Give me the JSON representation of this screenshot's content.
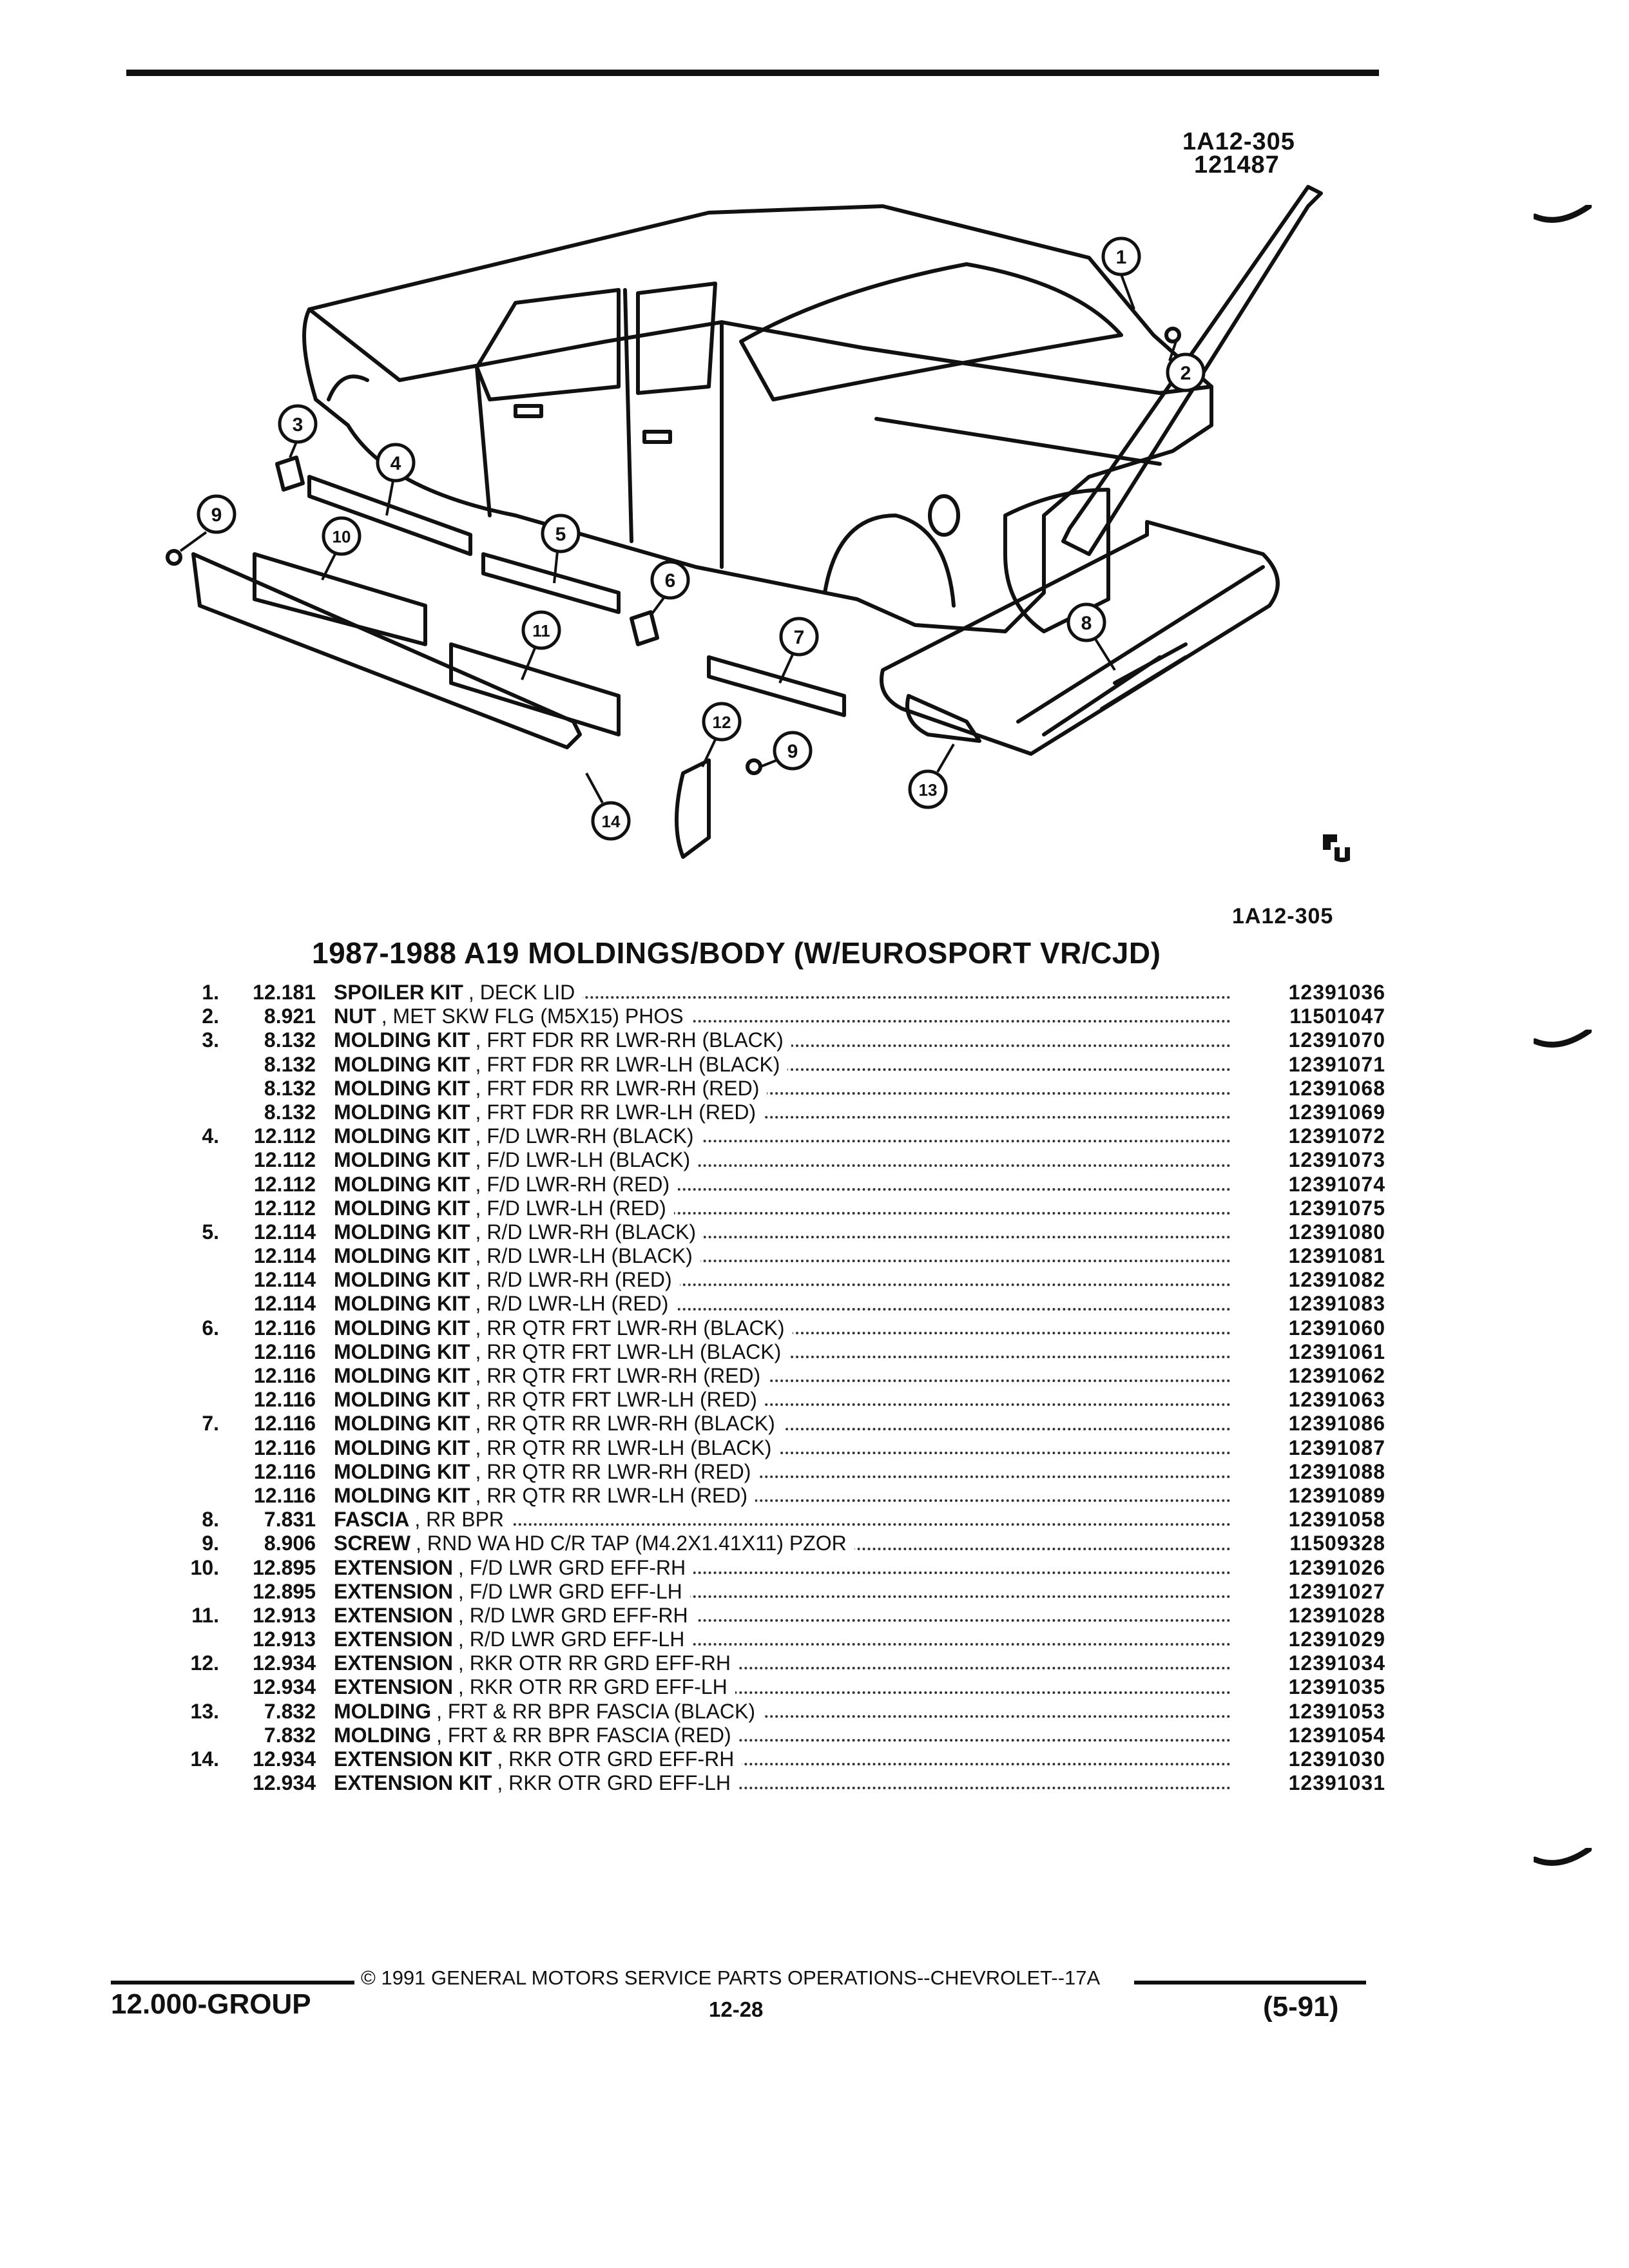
{
  "header": {
    "ref_code_top": "1A12-305",
    "ref_date": "121487",
    "ref_code_bottom": "1A12-305"
  },
  "figure": {
    "callouts": [
      "1",
      "2",
      "3",
      "4",
      "5",
      "6",
      "7",
      "8",
      "9",
      "10",
      "11",
      "12",
      "9",
      "13",
      "14"
    ]
  },
  "title": "1987-1988 A19 MOLDINGS/BODY (W/EUROSPORT VR/CJD)",
  "parts": [
    {
      "num": "1.",
      "group": "12.181",
      "name": "SPOILER KIT",
      "spec": ", DECK LID",
      "part_no": "12391036"
    },
    {
      "num": "2.",
      "group": "8.921",
      "name": "NUT",
      "spec": ", MET SKW FLG (M5X15) PHOS",
      "part_no": "11501047"
    },
    {
      "num": "3.",
      "group": "8.132",
      "name": "MOLDING KIT",
      "spec": ", FRT FDR RR LWR-RH (BLACK)",
      "part_no": "12391070"
    },
    {
      "num": "",
      "group": "8.132",
      "name": "MOLDING KIT",
      "spec": ", FRT FDR RR LWR-LH (BLACK)",
      "part_no": "12391071"
    },
    {
      "num": "",
      "group": "8.132",
      "name": "MOLDING KIT",
      "spec": ", FRT FDR RR LWR-RH (RED)",
      "part_no": "12391068"
    },
    {
      "num": "",
      "group": "8.132",
      "name": "MOLDING KIT",
      "spec": ", FRT FDR RR LWR-LH (RED)",
      "part_no": "12391069"
    },
    {
      "num": "4.",
      "group": "12.112",
      "name": "MOLDING KIT",
      "spec": ", F/D LWR-RH (BLACK)",
      "part_no": "12391072"
    },
    {
      "num": "",
      "group": "12.112",
      "name": "MOLDING KIT",
      "spec": ", F/D LWR-LH (BLACK)",
      "part_no": "12391073"
    },
    {
      "num": "",
      "group": "12.112",
      "name": "MOLDING KIT",
      "spec": ", F/D LWR-RH (RED)",
      "part_no": "12391074"
    },
    {
      "num": "",
      "group": "12.112",
      "name": "MOLDING KIT",
      "spec": ", F/D LWR-LH (RED)",
      "part_no": "12391075"
    },
    {
      "num": "5.",
      "group": "12.114",
      "name": "MOLDING KIT",
      "spec": ", R/D LWR-RH (BLACK)",
      "part_no": "12391080"
    },
    {
      "num": "",
      "group": "12.114",
      "name": "MOLDING KIT",
      "spec": ", R/D LWR-LH (BLACK)",
      "part_no": "12391081"
    },
    {
      "num": "",
      "group": "12.114",
      "name": "MOLDING KIT",
      "spec": ", R/D LWR-RH (RED)",
      "part_no": "12391082"
    },
    {
      "num": "",
      "group": "12.114",
      "name": "MOLDING KIT",
      "spec": ", R/D LWR-LH (RED)",
      "part_no": "12391083"
    },
    {
      "num": "6.",
      "group": "12.116",
      "name": "MOLDING KIT",
      "spec": ", RR QTR FRT LWR-RH (BLACK)",
      "part_no": "12391060"
    },
    {
      "num": "",
      "group": "12.116",
      "name": "MOLDING KIT",
      "spec": ", RR QTR FRT LWR-LH (BLACK)",
      "part_no": "12391061"
    },
    {
      "num": "",
      "group": "12.116",
      "name": "MOLDING KIT",
      "spec": ", RR QTR FRT LWR-RH (RED)",
      "part_no": "12391062"
    },
    {
      "num": "",
      "group": "12.116",
      "name": "MOLDING KIT",
      "spec": ", RR QTR FRT LWR-LH (RED)",
      "part_no": "12391063"
    },
    {
      "num": "7.",
      "group": "12.116",
      "name": "MOLDING KIT",
      "spec": ", RR QTR RR LWR-RH (BLACK)",
      "part_no": "12391086"
    },
    {
      "num": "",
      "group": "12.116",
      "name": "MOLDING KIT",
      "spec": ", RR QTR RR LWR-LH (BLACK)",
      "part_no": "12391087"
    },
    {
      "num": "",
      "group": "12.116",
      "name": "MOLDING KIT",
      "spec": ", RR QTR RR LWR-RH (RED)",
      "part_no": "12391088"
    },
    {
      "num": "",
      "group": "12.116",
      "name": "MOLDING KIT",
      "spec": ", RR QTR RR LWR-LH (RED)",
      "part_no": "12391089"
    },
    {
      "num": "8.",
      "group": "7.831",
      "name": "FASCIA",
      "spec": ", RR BPR",
      "part_no": "12391058"
    },
    {
      "num": "9.",
      "group": "8.906",
      "name": "SCREW",
      "spec": ", RND WA HD C/R TAP (M4.2X1.41X11) PZOR",
      "part_no": "11509328"
    },
    {
      "num": "10.",
      "group": "12.895",
      "name": "EXTENSION",
      "spec": ", F/D LWR GRD EFF-RH",
      "part_no": "12391026"
    },
    {
      "num": "",
      "group": "12.895",
      "name": "EXTENSION",
      "spec": ", F/D LWR GRD EFF-LH",
      "part_no": "12391027"
    },
    {
      "num": "11.",
      "group": "12.913",
      "name": "EXTENSION",
      "spec": ", R/D LWR GRD EFF-RH",
      "part_no": "12391028"
    },
    {
      "num": "",
      "group": "12.913",
      "name": "EXTENSION",
      "spec": ", R/D LWR GRD EFF-LH",
      "part_no": "12391029"
    },
    {
      "num": "12.",
      "group": "12.934",
      "name": "EXTENSION",
      "spec": ", RKR OTR RR GRD EFF-RH",
      "part_no": "12391034"
    },
    {
      "num": "",
      "group": "12.934",
      "name": "EXTENSION",
      "spec": ", RKR OTR RR GRD EFF-LH",
      "part_no": "12391035"
    },
    {
      "num": "13.",
      "group": "7.832",
      "name": "MOLDING",
      "spec": ", FRT & RR BPR FASCIA (BLACK)",
      "part_no": "12391053"
    },
    {
      "num": "",
      "group": "7.832",
      "name": "MOLDING",
      "spec": ", FRT & RR BPR FASCIA (RED)",
      "part_no": "12391054"
    },
    {
      "num": "14.",
      "group": "12.934",
      "name": "EXTENSION KIT",
      "spec": ", RKR OTR GRD EFF-RH",
      "part_no": "12391030"
    },
    {
      "num": "",
      "group": "12.934",
      "name": "EXTENSION KIT",
      "spec": ", RKR OTR GRD EFF-LH",
      "part_no": "12391031"
    }
  ],
  "footer": {
    "copyright": "© 1991 GENERAL MOTORS SERVICE PARTS OPERATIONS--CHEVROLET--17A",
    "group": "12.000-GROUP",
    "page": "12-28",
    "date": "(5-91)"
  }
}
